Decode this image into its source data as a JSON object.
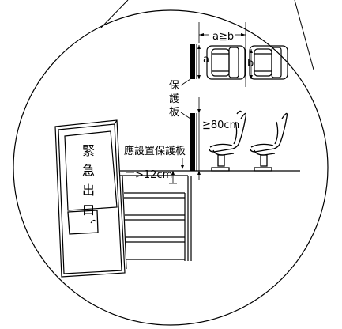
{
  "labels": {
    "a_ge_b": "a≧b",
    "dim_a": "a",
    "dim_b": "b",
    "guard_chars": [
      "保",
      "護",
      "板"
    ],
    "ge_80cm": "≧80cm",
    "should_install": "應設置保護板",
    "gt_12cm": ">12cm",
    "exit_chars": [
      "緊",
      "急",
      "出",
      "口"
    ]
  }
}
